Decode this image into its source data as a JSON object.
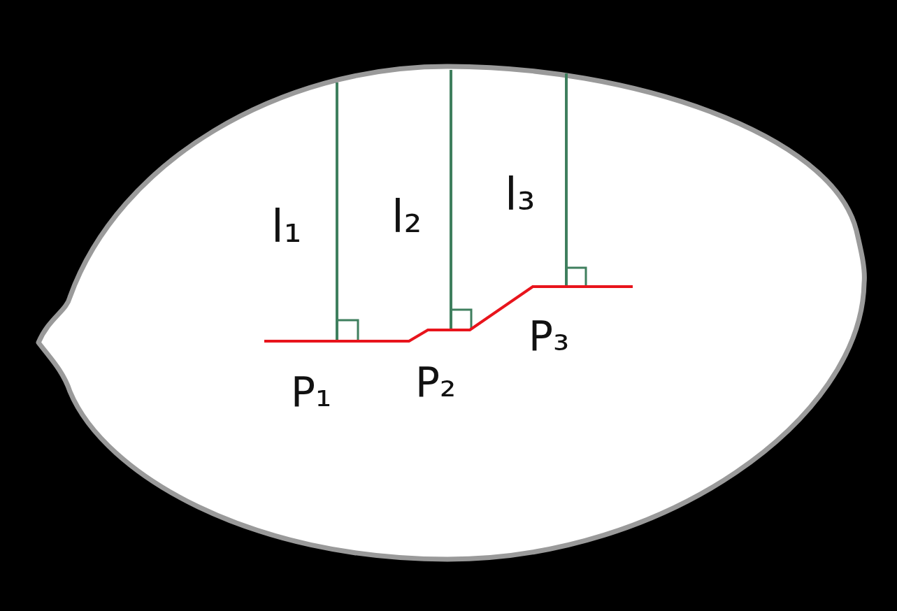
{
  "diagram": {
    "labels": [
      "l₁",
      "l₂",
      "l₃",
      "P₁",
      "P₂",
      "P₃"
    ]
  }
}
